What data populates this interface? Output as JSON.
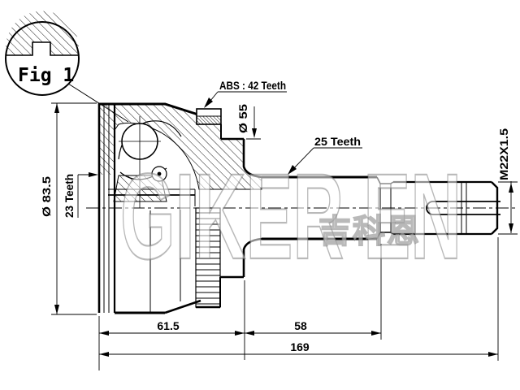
{
  "figure": {
    "label": "Fig 1"
  },
  "watermark": {
    "brand": "GIKER EN",
    "chinese": "吉科恩"
  },
  "labels": {
    "abs_ring": "ABS : 42 Teeth",
    "collar_diameter": "Ø 55",
    "outer_spline": "25 Teeth",
    "thread": "M22X1.5",
    "body_diameter": "Ø 83.5",
    "inner_spline": "23 Teeth"
  },
  "dimensions": {
    "housing_length": "61.5",
    "shaft_length": "58",
    "overall_length": "169"
  },
  "colors": {
    "line": "#000000",
    "watermark_gray": "#8a8a8a",
    "background": "#ffffff"
  }
}
